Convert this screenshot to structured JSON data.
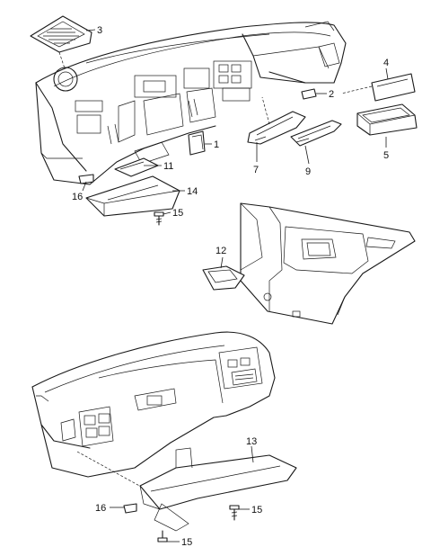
{
  "callouts": {
    "c1": "1",
    "c2": "2",
    "c3": "3",
    "c4": "4",
    "c5": "5",
    "c7": "7",
    "c9": "9",
    "c11": "11",
    "c12": "12",
    "c13": "13",
    "c14": "14",
    "c15a": "15",
    "c15b": "15",
    "c15c": "15",
    "c16a": "16",
    "c16b": "16"
  },
  "icons": [
    "dashboard-assembly",
    "speaker-grille",
    "ashtray-insert",
    "storage-tray",
    "switch-blank",
    "cup-holder-trim",
    "glove-box",
    "side-trim-panel",
    "screw",
    "clip"
  ]
}
